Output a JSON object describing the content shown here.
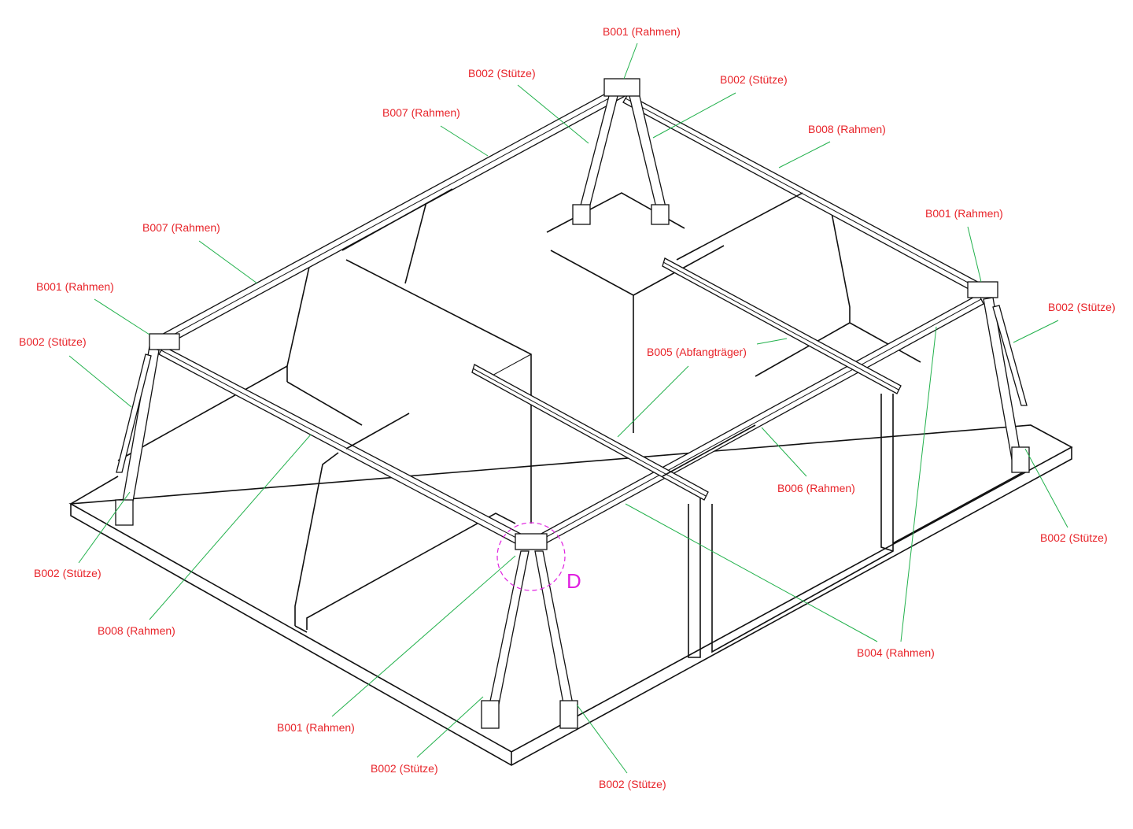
{
  "title": "Isometric frame structure",
  "detail_marker": "D",
  "labels": [
    "B001 (Rahmen)",
    "B002 (Stütze)",
    "B002 (Stütze)",
    "B007 (Rahmen)",
    "B008 (Rahmen)",
    "B007 (Rahmen)",
    "B001 (Rahmen)",
    "B001 (Rahmen)",
    "B002 (Stütze)",
    "B002 (Stütze)",
    "B005 (Abfangträger)",
    "B006 (Rahmen)",
    "B002 (Stütze)",
    "B004 (Rahmen)",
    "B002 (Stütze)",
    "B008 (Rahmen)",
    "B001 (Rahmen)",
    "B002 (Stütze)",
    "B002 (Stütze)"
  ],
  "colors": {
    "label": "#e8242a",
    "leader": "#22b14c",
    "detail": "#e020e0",
    "line": "#111111"
  }
}
